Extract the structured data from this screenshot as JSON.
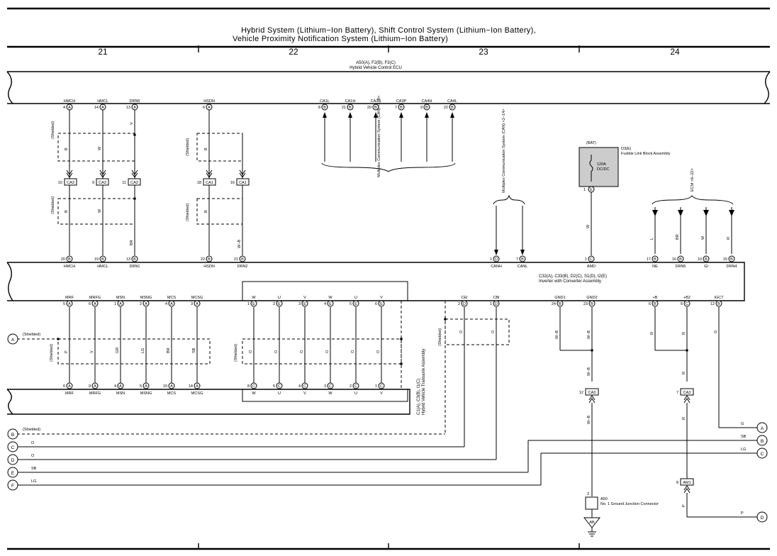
{
  "title": {
    "line1": "Hybrid System (Lithium−Ion Battery),  Shift Control System (Lithium−Ion Battery),",
    "line2": "Vehicle Proximity Notification System (Lithium−Ion Battery)"
  },
  "columns": [
    "21",
    "22",
    "23",
    "24"
  ],
  "ecu": {
    "ref": "A50(A), F2(B), F3(C)",
    "name": "Hybrid Vehicle Control ECU"
  },
  "ecu_top_pins": [
    {
      "num": "4",
      "conn": "A",
      "name": "HMCH"
    },
    {
      "num": "14",
      "conn": "A",
      "name": "HMCL"
    },
    {
      "num": "13",
      "conn": "A",
      "name": "DRN5"
    },
    {
      "num": "6",
      "conn": "A",
      "name": "HSDN"
    },
    {
      "num": "8",
      "conn": "B",
      "name": "CA1L"
    },
    {
      "num": "21",
      "conn": "B",
      "name": "CA1H"
    },
    {
      "num": "20",
      "conn": "B",
      "name": "CA3N"
    },
    {
      "num": "7",
      "conn": "B",
      "name": "CA3P"
    },
    {
      "num": "9",
      "conn": "B",
      "name": "CA4H"
    },
    {
      "num": "22",
      "conn": "B",
      "name": "CA4L"
    }
  ],
  "inverter": {
    "ref": "C32(A), C33(B), D2(C), S1(D), t2(E)",
    "name": "Inverter with Converter Assembly"
  },
  "inv_top_pins": [
    {
      "num": "20",
      "conn": "B",
      "name": "HMCH"
    },
    {
      "num": "19",
      "conn": "B",
      "name": "HMCL"
    },
    {
      "num": "13",
      "conn": "B",
      "name": "DRN1"
    },
    {
      "num": "22",
      "conn": "B",
      "name": "HSDN"
    },
    {
      "num": "21",
      "conn": "B",
      "name": "DRN2"
    },
    {
      "num": "1",
      "conn": "D",
      "name": "CANH"
    },
    {
      "num": "7",
      "conn": "B",
      "name": "CANL"
    },
    {
      "num": "1",
      "conn": "C",
      "name": "AMD"
    },
    {
      "num": "17",
      "conn": "B",
      "name": "NE"
    },
    {
      "num": "16",
      "conn": "B",
      "name": "DRN5"
    },
    {
      "num": "10",
      "conn": "B",
      "name": "GI"
    },
    {
      "num": "15",
      "conn": "B",
      "name": "DRN4"
    }
  ],
  "inv_bottom_pins": [
    {
      "num": "5",
      "conn": "A",
      "name": "MRF"
    },
    {
      "num": "6",
      "conn": "A",
      "name": "MRFG"
    },
    {
      "num": "1",
      "conn": "A",
      "name": "MSN"
    },
    {
      "num": "2",
      "conn": "A",
      "name": "MSNG"
    },
    {
      "num": "4",
      "conn": "A",
      "name": "MCS"
    },
    {
      "num": "3",
      "conn": "A",
      "name": "MCSG"
    },
    {
      "num": "1",
      "conn": "E",
      "name": "W"
    },
    {
      "num": "2",
      "conn": "E",
      "name": "U"
    },
    {
      "num": "3",
      "conn": "E",
      "name": "V"
    },
    {
      "num": "4",
      "conn": "E",
      "name": "W"
    },
    {
      "num": "5",
      "conn": "E",
      "name": "U"
    },
    {
      "num": "6",
      "conn": "E",
      "name": "V"
    },
    {
      "num": "2",
      "conn": "D",
      "name": "CEI"
    },
    {
      "num": "1",
      "conn": "D",
      "name": "CBI"
    },
    {
      "num": "24",
      "conn": "B",
      "name": "GND1"
    },
    {
      "num": "23",
      "conn": "B",
      "name": "GND2"
    },
    {
      "num": "6",
      "conn": "B",
      "name": "+B"
    },
    {
      "num": "6",
      "conn": "C",
      "name": "+B2"
    },
    {
      "num": "12",
      "conn": "B",
      "name": "IGCT"
    }
  ],
  "transaxle": {
    "ref": "C1(A), C3(B), t1(C)",
    "name": "Hybrid Vehicle Transaxle Assembly"
  },
  "transaxle_pins": [
    {
      "num": "6",
      "conn": "A",
      "name": "MRF"
    },
    {
      "num": "9",
      "conn": "A",
      "name": "MRFG"
    },
    {
      "num": "4",
      "conn": "A",
      "name": "MSN"
    },
    {
      "num": "5",
      "conn": "A",
      "name": "MSNG"
    },
    {
      "num": "10",
      "conn": "A",
      "name": "MCS"
    },
    {
      "num": "14",
      "conn": "A",
      "name": "MCSG"
    },
    {
      "num": "8",
      "conn": "C",
      "name": "W"
    },
    {
      "num": "5",
      "conn": "C",
      "name": "U"
    },
    {
      "num": "4",
      "conn": "C",
      "name": "V"
    },
    {
      "num": "3",
      "conn": "C",
      "name": "W"
    },
    {
      "num": "2",
      "conn": "C",
      "name": "U"
    },
    {
      "num": "1",
      "conn": "C",
      "name": "V"
    }
  ],
  "inline_connectors": {
    "ca3_a": {
      "pin": "10",
      "name": "CA3"
    },
    "ca3_b": {
      "pin": "9",
      "name": "CA3"
    },
    "ca3_c": {
      "pin": "11",
      "name": "CA3"
    },
    "ca1_a": {
      "pin": "18",
      "name": "CA1"
    },
    "ca1_b": {
      "pin": "16",
      "name": "CA1"
    },
    "ca3_gnd": {
      "pin": "12",
      "name": "CA3"
    },
    "ca3_b2": {
      "pin": "7",
      "name": "CA3"
    },
    "am1": {
      "pin": "8",
      "name": "AM1"
    }
  },
  "wire_colors": {
    "b": "B",
    "w": "W",
    "v": "V",
    "br": "BR",
    "vb": "W−B",
    "p": "P",
    "gr": "GR",
    "lg": "LG",
    "sb": "SB",
    "o": "O",
    "l": "L",
    "r": "R",
    "g": "G"
  },
  "labels": {
    "shielded": "(Shielded)",
    "can_group": "Multiplex Communication System (CAN) <1−9>",
    "can_group2": "Multiplex Communication System (CAN) <2−14>",
    "ecm": "ECM <6−22>",
    "bat": "(BAT)"
  },
  "fuse": {
    "ref": "D3(E)",
    "name": "Fusible Link Block Assembly",
    "rating": "120A",
    "label": "DC/DC",
    "pin": "1",
    "conn": "E"
  },
  "ground": {
    "ref": "A50",
    "name": "No. 1 Ground Junction Connector",
    "pin": "3",
    "point": "AB"
  },
  "offpage_left": [
    "A",
    "B",
    "C",
    "D",
    "E",
    "F"
  ],
  "offpage_right": [
    "A",
    "B",
    "C",
    "D"
  ]
}
